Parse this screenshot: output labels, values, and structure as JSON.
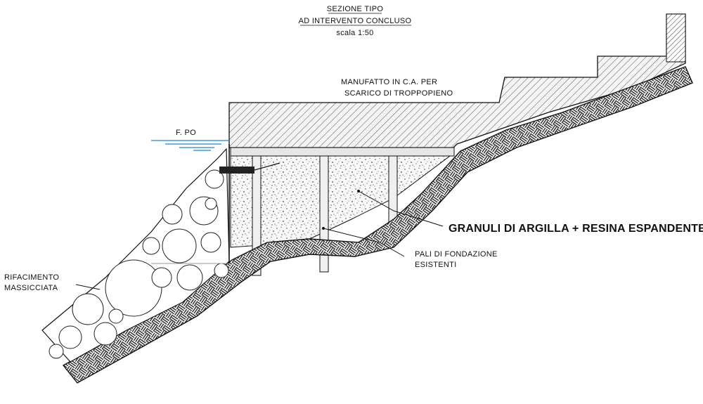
{
  "title": {
    "line1": "SEZIONE TIPO",
    "line2": "AD INTERVENTO CONCLUSO",
    "scale": "scala 1:50"
  },
  "labels": {
    "manufatto_line1": "MANUFATTO IN C.A. PER",
    "manufatto_line2": "SCARICO DI TROPPOPIENO",
    "river": "F. PO",
    "granuli": "GRANULI DI ARGILLA + RESINA ESPANDENTE",
    "pali_line1": "PALI DI FONDAZIONE",
    "pali_line2": "ESISTENTI",
    "rifacimento_line1": "RIFACIMENTO",
    "rifacimento_line2": "MASSICCIATA"
  },
  "colors": {
    "ink": "#111111",
    "water": "#1e88c8",
    "concrete_fill": "#f2f2f2",
    "fill_bg": "#f7f7f7"
  }
}
